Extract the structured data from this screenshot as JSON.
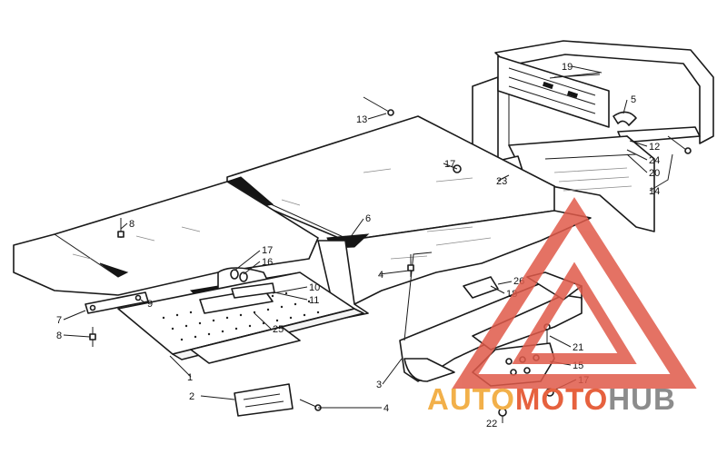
{
  "diagram": {
    "callouts": [
      "1",
      "2",
      "3",
      "4",
      "4",
      "5",
      "6",
      "7",
      "8",
      "8",
      "9",
      "10",
      "11",
      "12",
      "13",
      "14",
      "15",
      "16",
      "17",
      "17",
      "17",
      "18",
      "19",
      "20",
      "21",
      "22",
      "23",
      "24",
      "25",
      "26"
    ]
  },
  "watermark": {
    "brand_part1": "AUTO",
    "brand_part2": "MOTO",
    "brand_part3": "HUB",
    "colors": {
      "auto": "#f2b04a",
      "moto": "#e6613e",
      "hub": "#8c8c8c",
      "triangle": "#e05a4a"
    }
  }
}
